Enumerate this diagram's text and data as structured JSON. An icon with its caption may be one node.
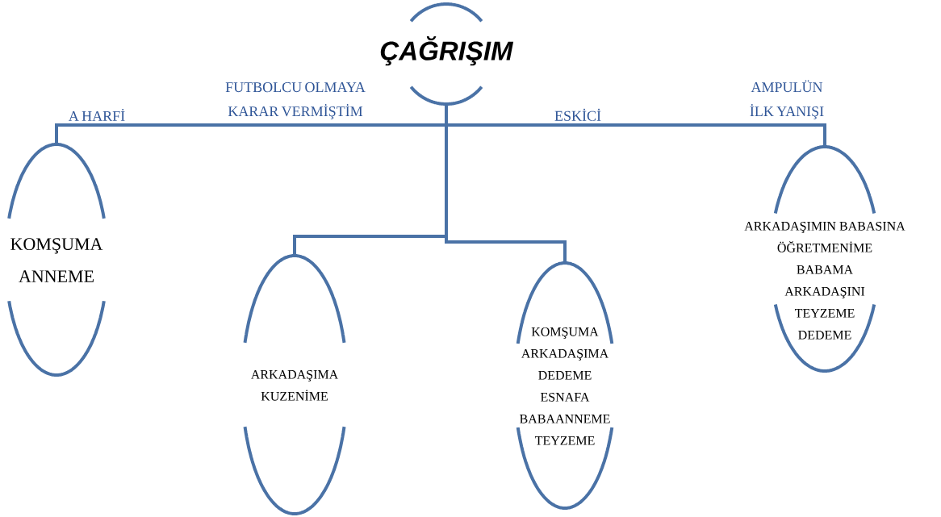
{
  "diagram": {
    "nodes": [
      {
        "text": [
          "ÇAĞRIŞIM"
        ]
      },
      {
        "text": [
          "KOMŞUMA",
          "ANNEME"
        ]
      },
      {
        "text": [
          "ARKADAŞIMA",
          "KUZENİME"
        ]
      },
      {
        "text": [
          "KOMŞUMA",
          "ARKADAŞIMA",
          "DEDEME",
          "ESNAFA",
          "BABAANNEME",
          "TEYZEME"
        ]
      },
      {
        "text": [
          "ARKADAŞIMIN BABASINA",
          "ÖĞRETMENİME",
          "BABAMA",
          "ARKADAŞINI",
          "TEYZEME",
          "DEDEME"
        ]
      }
    ],
    "edges": [
      {
        "from": 0,
        "to": 1,
        "arrow": "none"
      },
      {
        "from": 0,
        "to": 2,
        "arrow": "none"
      },
      {
        "from": 0,
        "to": 3,
        "arrow": "none"
      },
      {
        "from": 0,
        "to": 4,
        "arrow": "none"
      }
    ],
    "labels": [
      "A HARFİ",
      "FUTBOLCU OLMAYA KARAR VERMİŞTİM",
      "ESKİCİ",
      "AMPULÜN İLK YANIŞI"
    ]
  }
}
